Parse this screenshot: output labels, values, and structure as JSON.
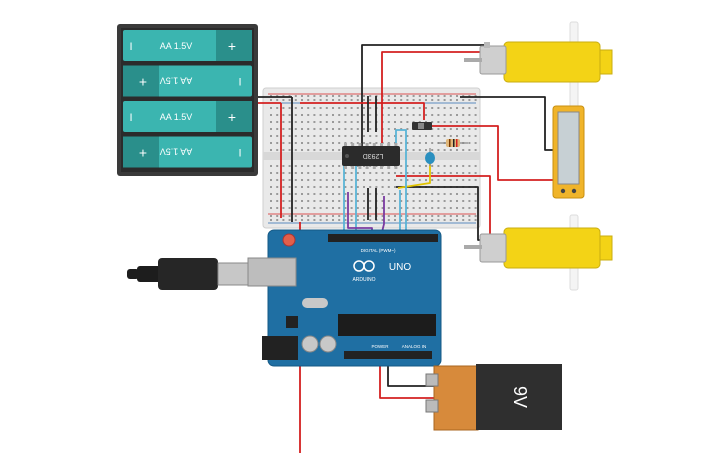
{
  "battery_pack": {
    "cells": [
      {
        "label": "AA 1.5V",
        "flipped": false,
        "minus": "I",
        "plus": "+"
      },
      {
        "label": "AA 1.5V",
        "flipped": true,
        "minus": "I",
        "plus": "+"
      },
      {
        "label": "AA 1.5V",
        "flipped": false,
        "minus": "I",
        "plus": "+"
      },
      {
        "label": "AA 1.5V",
        "flipped": true,
        "minus": "I",
        "plus": "+"
      }
    ],
    "colors": {
      "case": "#3a3a3a",
      "cell": "#3bb5b0",
      "cell_dark": "#2a8f8b"
    }
  },
  "driver_ic": {
    "label": "L293D"
  },
  "arduino": {
    "brand": "ARDUINO",
    "model": "UNO",
    "digital_label": "DIGITAL (PWM~)",
    "power_label": "POWER",
    "analog_label": "ANALOG IN",
    "color": "#1f6fa3"
  },
  "battery_9v": {
    "label": "9V",
    "colors": {
      "body": "#2f2f2f",
      "cap": "#d78a3b"
    }
  },
  "motors": {
    "color": "#f3d316"
  },
  "wire_colors": {
    "red": "#d42020",
    "black": "#222222",
    "blue": "#5ab4d6",
    "purple": "#7a3aa0",
    "yellow": "#e2c400"
  }
}
